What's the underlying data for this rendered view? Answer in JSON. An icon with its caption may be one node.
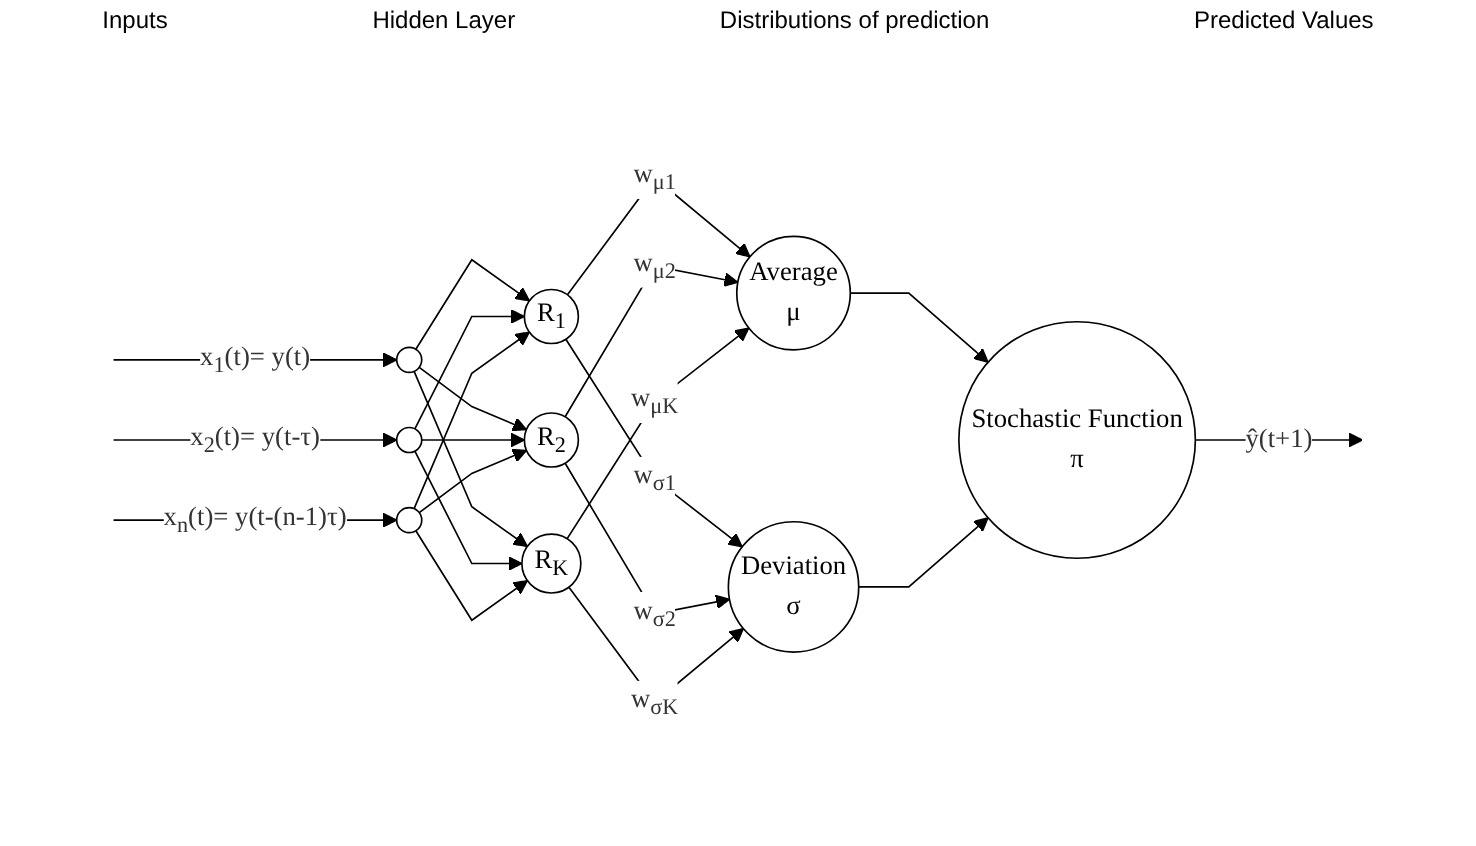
{
  "diagram": {
    "nodes": [
      {
        "text": [],
        "shape": "circle"
      },
      {
        "text": [],
        "shape": "circle"
      },
      {
        "text": [],
        "shape": "circle"
      },
      {
        "text": [
          "R$_{1}$"
        ]
      },
      {
        "text": [
          "R$_{2}$"
        ]
      },
      {
        "text": [
          "R$_{K}$"
        ]
      },
      {
        "text": [
          "Average",
          "μ"
        ]
      },
      {
        "text": [
          "Deviation",
          "σ"
        ]
      },
      {
        "text": [
          "Stochastic Function",
          "π"
        ]
      }
    ],
    "edges": [
      {
        "from": null,
        "to": 0,
        "arrow": "to",
        "label": "x$_{1}$(t)= y(t)"
      },
      {
        "from": null,
        "to": 1,
        "arrow": "to",
        "label": "x$_{2}$(t)= y(t-τ)"
      },
      {
        "from": null,
        "to": 2,
        "arrow": "to",
        "label": "x$_{n}$(t)= y(t-(n-1)τ)"
      },
      {
        "from": 0,
        "to": 3,
        "arrow": "to"
      },
      {
        "from": 0,
        "to": 4,
        "arrow": "to"
      },
      {
        "from": 0,
        "to": 5,
        "arrow": "to"
      },
      {
        "from": 1,
        "to": 3,
        "arrow": "to"
      },
      {
        "from": 1,
        "to": 4,
        "arrow": "to"
      },
      {
        "from": 1,
        "to": 5,
        "arrow": "to"
      },
      {
        "from": 2,
        "to": 3,
        "arrow": "to"
      },
      {
        "from": 2,
        "to": 4,
        "arrow": "to"
      },
      {
        "from": 2,
        "to": 5,
        "arrow": "to"
      },
      {
        "from": 3,
        "to": 6,
        "arrow": "to",
        "label": "w$_{μ1}$"
      },
      {
        "from": 3,
        "to": 7,
        "arrow": "to",
        "label": "w$_{σ1}$"
      },
      {
        "from": 4,
        "to": 6,
        "arrow": "to",
        "label": "w$_{μ2}$"
      },
      {
        "from": 4,
        "to": 7,
        "arrow": "to",
        "label": "w$_{σ2}$"
      },
      {
        "from": 5,
        "to": 6,
        "arrow": "to",
        "label": "w$_{μK}$"
      },
      {
        "from": 5,
        "to": 7,
        "arrow": "to",
        "label": "w$_{σK}$"
      },
      {
        "from": 6,
        "to": 8,
        "arrow": "to"
      },
      {
        "from": 7,
        "to": 8,
        "arrow": "to"
      },
      {
        "from": 8,
        "to": null,
        "arrow": "to",
        "label": "ŷ(t+1)"
      }
    ],
    "labels": [
      "Inputs",
      "Hidden Layer",
      "Distributions of prediction",
      "Predicted Values"
    ]
  }
}
